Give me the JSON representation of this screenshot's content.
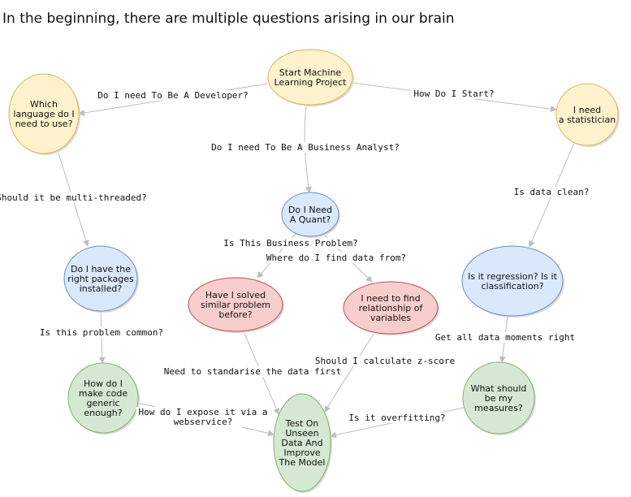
{
  "heading": "In the beginning, there are multiple questions arising in our brain",
  "colors": {
    "yellow_fill": "#fff2cc",
    "yellow_stroke": "#d6b656",
    "blue_fill": "#dae8fc",
    "blue_stroke": "#6c8ebf",
    "red_fill": "#f8cecc",
    "red_stroke": "#b85450",
    "green_fill": "#d5e8d4",
    "green_stroke": "#82b366",
    "edge": "#bdbdbd"
  },
  "nodes": {
    "start": [
      "Start Machine",
      "Learning Project"
    ],
    "language": [
      "Which",
      "language do I",
      "need to use?"
    ],
    "statistician": [
      "I need",
      "a statistician"
    ],
    "quant": [
      "Do I Need",
      "A Quant?"
    ],
    "packages": [
      "Do I have the",
      "right packages",
      "installed?"
    ],
    "solved": [
      "Have I solved",
      "similar problem",
      "before?"
    ],
    "relationship": [
      "I need to find",
      "relationship of",
      "variables"
    ],
    "regression": [
      "Is it regression? Is it",
      "classification?"
    ],
    "generic": [
      "How do I",
      "make code",
      "generic",
      "enough?"
    ],
    "test": [
      "Test On",
      "Unseen",
      "Data And",
      "Improve",
      "The Model"
    ],
    "measures": [
      "What should",
      "be my",
      "measures?"
    ]
  },
  "edges": {
    "developer": "Do I need To Be A Developer?",
    "how_start": "How Do I Start?",
    "business_analyst": "Do I need To Be A Business Analyst?",
    "multithreaded": "Should it be multi-threaded?",
    "data_clean": "Is data clean?",
    "business_problem": "Is This Business Problem?",
    "find_data": "Where do I find data from?",
    "problem_common": "Is this problem common?",
    "data_moments": "Get all data moments right",
    "z_score": "Should I calculate z-score",
    "standardise": "Need to standarise the data first",
    "webservice": [
      "How do I expose it via a",
      "webservice?"
    ],
    "overfitting": "Is it overfitting?"
  }
}
